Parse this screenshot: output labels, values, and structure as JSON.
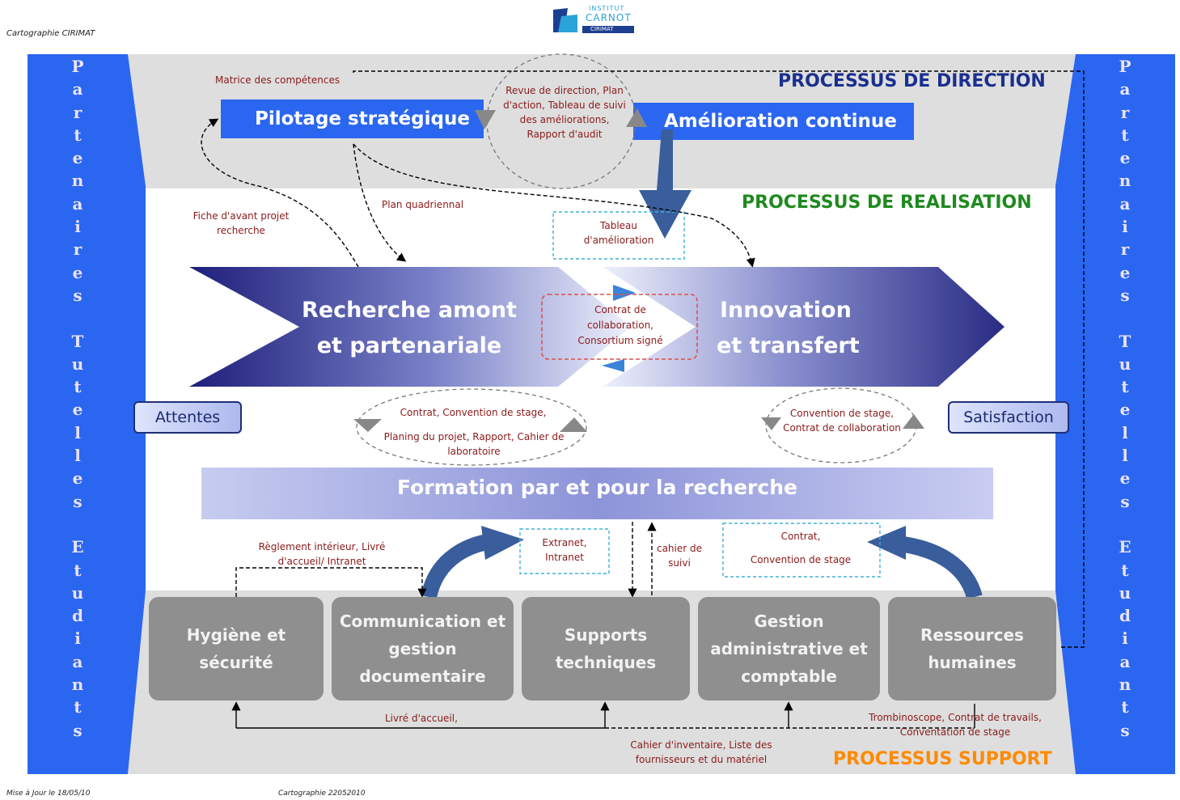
{
  "header": {
    "left_caption": "Cartographie CIRIMAT",
    "logo_line1": "INSTITUT",
    "logo_line2": "CARNOT",
    "logo_line3": "CIRIMAT"
  },
  "footer": {
    "updated": "Mise à Jour le 18/05/10",
    "doc_ref": "Cartographie 22052010"
  },
  "side_left": [
    "P",
    "a",
    "r",
    "t",
    "e",
    "n",
    "a",
    "i",
    "r",
    "e",
    "s",
    "",
    "T",
    "u",
    "t",
    "e",
    "l",
    "l",
    "e",
    "s",
    "",
    "E",
    "t",
    "u",
    "d",
    "i",
    "a",
    "n",
    "t",
    "s"
  ],
  "side_right": [
    "P",
    "a",
    "r",
    "t",
    "e",
    "n",
    "a",
    "i",
    "r",
    "e",
    "s",
    "",
    "T",
    "u",
    "t",
    "e",
    "l",
    "l",
    "e",
    "s",
    "",
    "E",
    "t",
    "u",
    "d",
    "i",
    "a",
    "n",
    "t",
    "s"
  ],
  "direction": {
    "title": "PROCESSUS DE DIRECTION",
    "pilotage": "Pilotage stratégique",
    "amelioration": "Amélioration continue",
    "matrice": "Matrice des compétences",
    "revue": "Revue de direction, Plan d'action, Tableau de suivi des améliorations, Rapport d'audit"
  },
  "realisation": {
    "title": "PROCESSUS DE REALISATION",
    "fiche": "Fiche d'avant projet recherche",
    "plan": "Plan quadriennal",
    "tableau": "Tableau d'amélioration",
    "recherche_l1": "Recherche amont",
    "recherche_l2": "et partenariale",
    "innovation_l1": "Innovation",
    "innovation_l2": "et transfert",
    "contrat_collab": "Contrat de collaboration, Consortium signé",
    "attentes": "Attentes",
    "satisfaction": "Satisfaction",
    "ellipse_left_1": "Contrat, Convention de stage,",
    "ellipse_left_2": "Planing du projet, Rapport, Cahier de laboratoire",
    "ellipse_right": "Convention de stage, Contrat de collaboration",
    "formation": "Formation par et pour la recherche"
  },
  "support": {
    "title": "PROCESSUS SUPPORT",
    "reglement": "Règlement intérieur, Livré d'accueil/ Intranet",
    "extranet": "Extranet, Intranet",
    "cahier_suivi": "cahier de suivi",
    "contrat_conv_1": "Contrat,",
    "contrat_conv_2": "Convention de stage",
    "boxes": [
      {
        "label": "Hygiène et sécurité"
      },
      {
        "label": "Communication et gestion documentaire"
      },
      {
        "label": "Supports techniques"
      },
      {
        "label": "Gestion administrative et comptable"
      },
      {
        "label": "Ressources humaines"
      }
    ],
    "livre_accueil": "Livré d'accueil,",
    "trombinoscope": "Trombinoscope, Contrat de travails, Conventation de stage",
    "cahier_inventaire": "Cahier d'inventaire, Liste des fournisseurs et du matériel"
  },
  "colors": {
    "side_blue": "#2b66f0",
    "direction_title": "#1a2f8f",
    "realisation_title": "#1f8a1f",
    "support_title": "#ff8a00",
    "note_red": "#8b1a1a"
  }
}
